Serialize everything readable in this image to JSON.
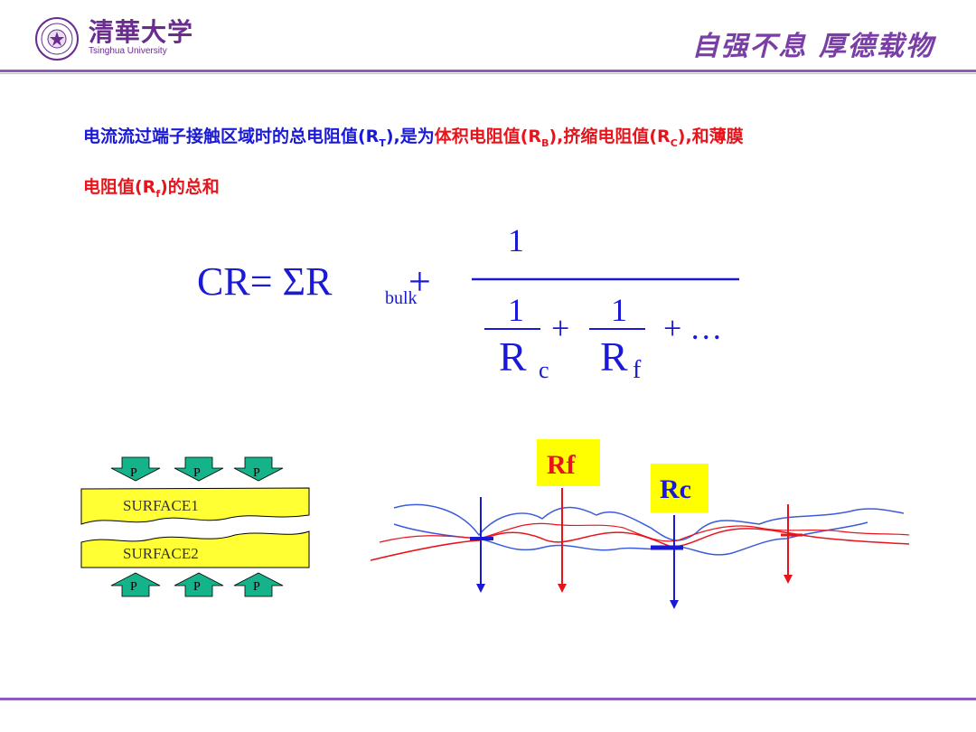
{
  "header": {
    "logo_cn": "清華大学",
    "logo_en": "Tsinghua University",
    "motto": "自强不息  厚德载物"
  },
  "body_text": {
    "line1_part1": "电流流过端子接触区域时的总电阻值(R",
    "line1_sub_t": "T",
    "line1_part2": "),是为",
    "line1_part3": "体积电阻值(R",
    "line1_sub_b": "B",
    "line1_part4": "),挤缩电阻值(R",
    "line1_sub_c": "C",
    "line1_part5": "),和薄膜",
    "line2_part1": "电阻值(R",
    "line2_sub_f": "f",
    "line2_part2": ")的总和"
  },
  "formula": {
    "lhs": "CR= ΣR",
    "bulk_sub": "bulk",
    "plus": "+",
    "numerator": "1",
    "term1_num": "1",
    "term1_den": "R",
    "term1_sub": "c",
    "term2_num": "1",
    "term2_den": "R",
    "term2_sub": "f",
    "plus2": "+",
    "ellipsis": "+ …"
  },
  "surface_diagram": {
    "surface1": "SURFACE1",
    "surface2": "SURFACE2",
    "pressure_label": "P"
  },
  "contact_diagram": {
    "rf_label": "Rf",
    "rc_label": "Rc"
  },
  "colors": {
    "purple": "#8c5bbd",
    "blue_text": "#1a1ad6",
    "red_text": "#e8141b",
    "highlight": "#ffff00",
    "arrow_green": "#14b38a",
    "surface_yellow": "#ffff33"
  }
}
